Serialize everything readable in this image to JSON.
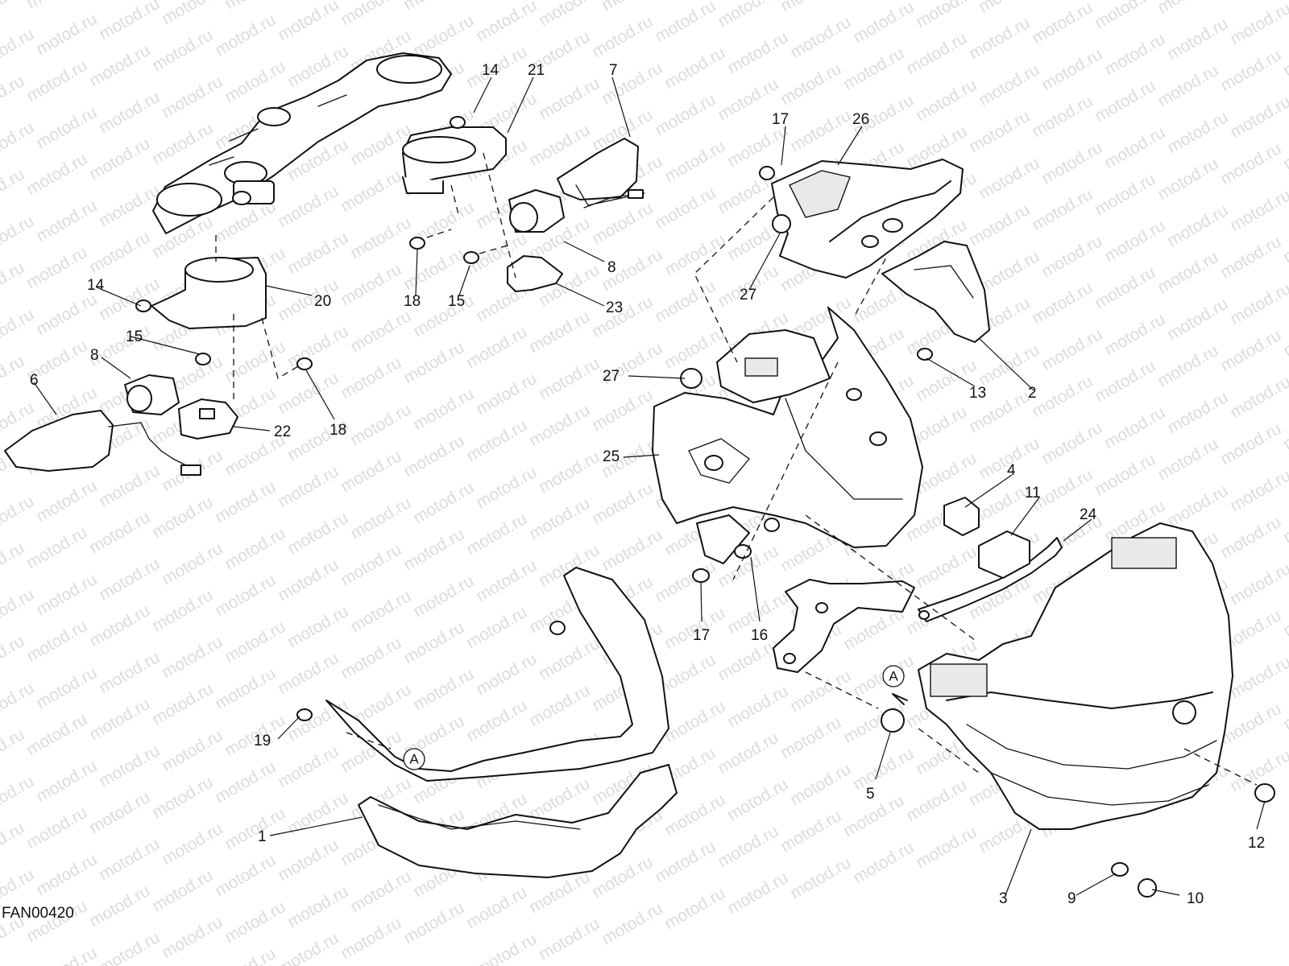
{
  "drawing_code": "FAN00420",
  "watermark_text": "motod.ru",
  "detail_marker": "A",
  "part_labels": [
    "1",
    "2",
    "3",
    "4",
    "5",
    "6",
    "7",
    "8",
    "9",
    "10",
    "11",
    "12",
    "13",
    "14",
    "15",
    "16",
    "17",
    "18",
    "19",
    "20",
    "21",
    "22",
    "23",
    "24",
    "25",
    "26",
    "27"
  ],
  "colors": {
    "line": "#111111",
    "watermark": "#dcdcdc",
    "background": "#ffffff"
  }
}
